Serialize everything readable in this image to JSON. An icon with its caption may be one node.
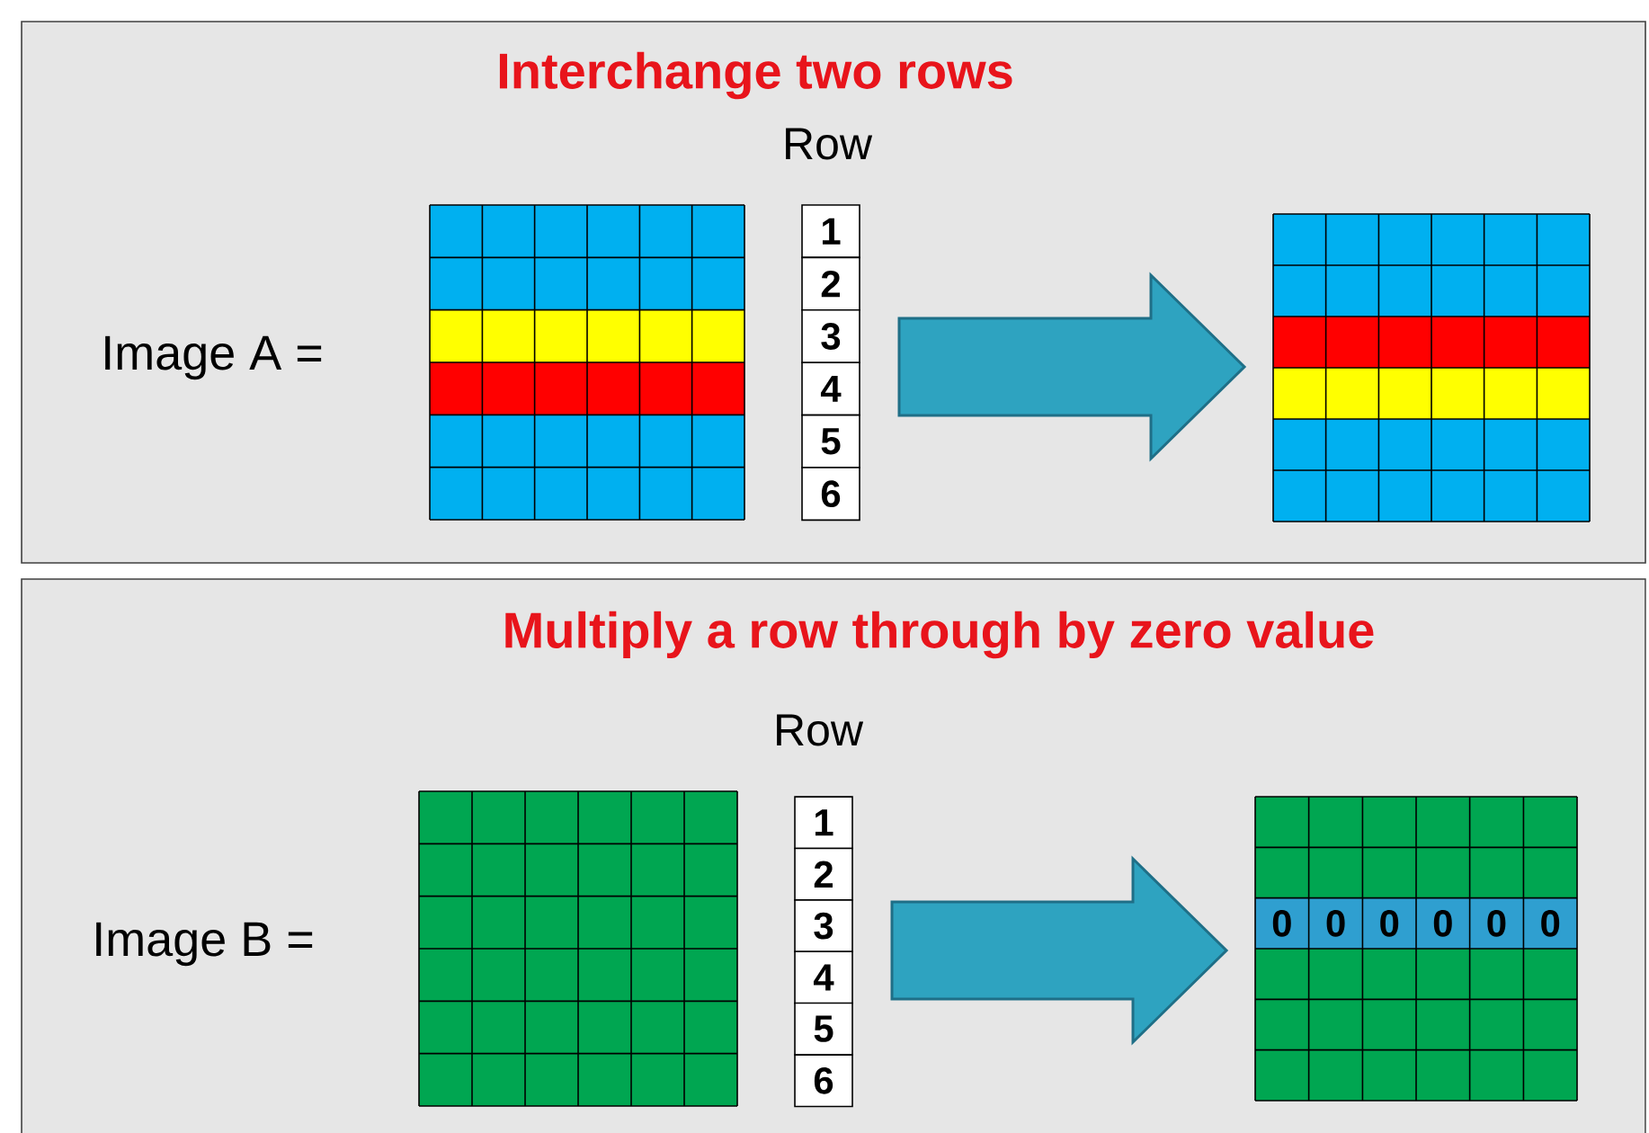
{
  "diagram": {
    "nodes": [
      {
        "text": [
          "Interchange two rows",
          "Row",
          "Image A ="
        ]
      },
      {
        "text": [],
        "shape": "box",
        "in": 0
      },
      {
        "text": [],
        "shape": "box",
        "in": 0
      },
      {
        "text": [
          "Multiply a row through by zero value",
          "Row",
          "Image B ="
        ]
      },
      {
        "text": [],
        "shape": "box",
        "in": 3
      },
      {
        "text": [
          "0",
          "0",
          "0",
          "0",
          "0",
          "0"
        ],
        "in": 3
      }
    ],
    "edges": [
      {
        "from": 1,
        "to": 2,
        "arrow": "to"
      },
      {
        "from": 4,
        "to": 5,
        "arrow": "to"
      }
    ],
    "labels": [
      "1",
      "2",
      "3",
      "4",
      "5",
      "6",
      "1",
      "2",
      "3",
      "4",
      "5",
      "6"
    ]
  }
}
